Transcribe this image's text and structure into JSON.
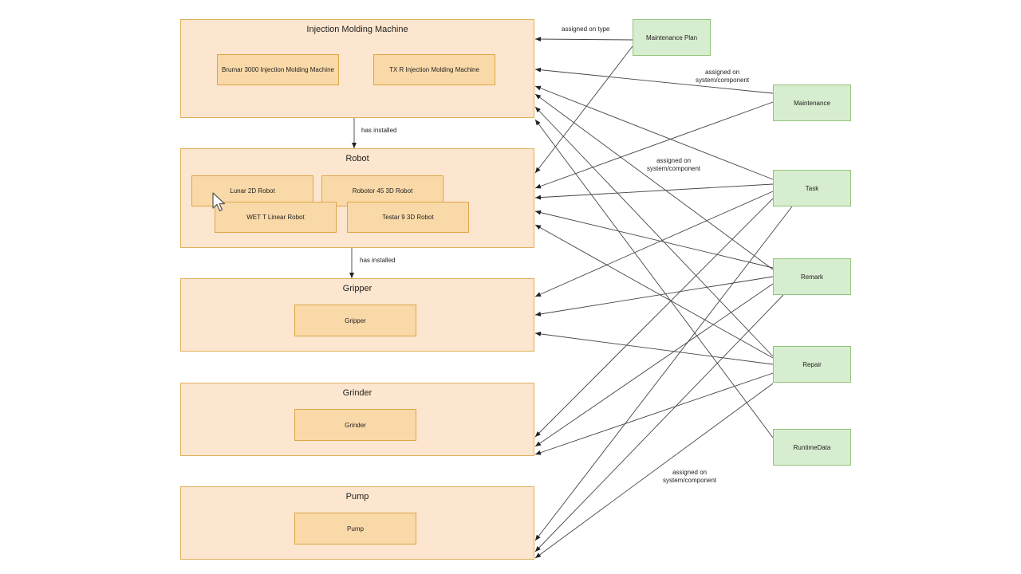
{
  "groups": {
    "imm": {
      "title": "Injection Molding Machine",
      "items": [
        "Brumar 3000 Injection Molding Machine",
        "TX R Injection Molding Machine"
      ]
    },
    "robot": {
      "title": "Robot",
      "items": [
        "Lunar 2D Robot",
        "Robotor 45 3D Robot",
        "WET T Linear Robot",
        "Testar 9 3D Robot"
      ]
    },
    "gripper": {
      "title": "Gripper",
      "items": [
        "Gripper"
      ]
    },
    "grinder": {
      "title": "Grinder",
      "items": [
        "Grinder"
      ]
    },
    "pump": {
      "title": "Pump",
      "items": [
        "Pump"
      ]
    }
  },
  "entities": {
    "maintenance_plan": "Maintenance Plan",
    "maintenance": "Maintenance",
    "task": "Task",
    "remark": "Remark",
    "repair": "Repair",
    "runtime_data": "RuntimeData"
  },
  "labels": {
    "assigned_on_type": "assigned on type",
    "assigned_sys_1_line1": "assigned on",
    "assigned_sys_1_line2": "system/component",
    "assigned_sys_2_line1": "assigned on",
    "assigned_sys_2_line2": "system/component",
    "assigned_sys_3_line1": "assigned on",
    "assigned_sys_3_line2": "system/component",
    "has_installed_1": "has installed",
    "has_installed_2": "has installed"
  },
  "colors": {
    "group_fill": "#fde6cf",
    "item_fill": "#fad9a8",
    "entity_fill": "#d7edcf",
    "connector": "#333333"
  }
}
